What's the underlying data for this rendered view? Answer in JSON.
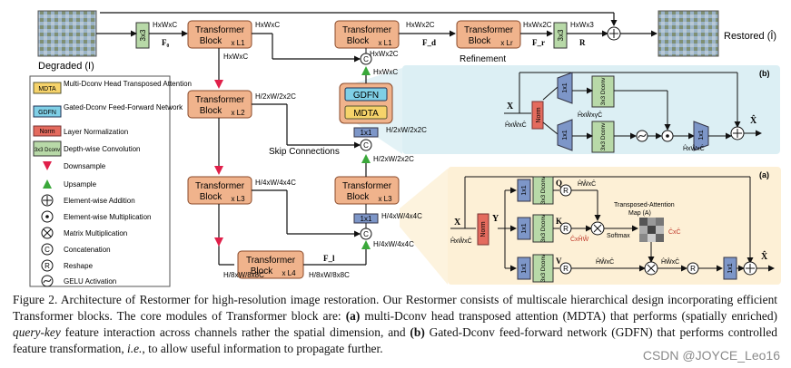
{
  "figure": {
    "input_label": "Degraded (I)",
    "output_label": "Restored (Î)",
    "conv_label": "3x3",
    "f0": "F₀",
    "fd": "F_d",
    "fr": "F_r",
    "fl": "F_l",
    "R": "R",
    "dims": {
      "hwc": "HxWxC",
      "hw2c": "HxWx2C",
      "hw3": "HxWx3",
      "h2w2_2c": "H/2xW/2x2C",
      "h4w4_4c": "H/4xW/4x4C",
      "h8w8_8c": "H/8xW/8x8C"
    },
    "blocks": {
      "tb": "Transformer",
      "block": "Block",
      "L1": "x L1",
      "L2": "x L2",
      "L3": "x L3",
      "L4": "x L4",
      "Lr": "x Lr"
    },
    "refinement": "Refinement",
    "skip": "Skip Connections",
    "gdfn": "GDFN",
    "mdta": "MDTA",
    "conv1x1": "1x1",
    "c_symbol": "C"
  },
  "legend": [
    {
      "key": "mdta",
      "label": "Multi-Dconv Head Transposed Attention",
      "badge": "MDTA"
    },
    {
      "key": "gdfn",
      "label": "Gated-Dconv Feed-Forward Network",
      "badge": "GDFN"
    },
    {
      "key": "norm",
      "label": "Layer Normalization",
      "badge": "Norm"
    },
    {
      "key": "dconv",
      "label": "Depth-wise Convolution",
      "badge": "3x3 Dconv"
    },
    {
      "key": "down",
      "label": "Downsample"
    },
    {
      "key": "up",
      "label": "Upsample"
    },
    {
      "key": "add",
      "label": "Element-wise Addition"
    },
    {
      "key": "mul",
      "label": "Element-wise Multiplication"
    },
    {
      "key": "matmul",
      "label": "Matrix Multiplication"
    },
    {
      "key": "concat",
      "label": "Concatenation"
    },
    {
      "key": "reshape",
      "label": "Reshape"
    },
    {
      "key": "gelu",
      "label": "GELU Activation"
    }
  ],
  "panel_b": {
    "tag": "(b)",
    "x_in": "X",
    "x_out": "X̂",
    "dim_in": "ĤxŴxĈ",
    "dim_mid": "ĤxŴxγĈ",
    "dim_out": "ĤxŴxĈ",
    "norm": "Norm",
    "conv1x1": "1x1",
    "dconv": "3x3 Dconv"
  },
  "panel_a": {
    "tag": "(a)",
    "x_in": "X",
    "x_out": "X̂",
    "Y": "Y",
    "Q": "Q",
    "K": "K",
    "V": "V",
    "norm": "Norm",
    "conv1x1": "1x1",
    "dconv": "3x3 Dconv",
    "dim_in": "ĤxŴxĈ",
    "q_dim": "ĤŴxĈ",
    "k_dim": "ĈxĤŴ",
    "v_dim": "ĤŴxĈ",
    "out_dim": "ĤŴxĈ",
    "map_title": "Transposed-Attention",
    "map_subtitle": "Map (A)",
    "map_dim": "ĈxĈ",
    "softmax": "Softmax"
  },
  "caption": {
    "p1": "Figure 2. Architecture of Restormer for high-resolution image restoration. Our Restormer consists of multiscale hierarchical design incorporating efficient Transformer blocks. The core modules of Transformer block are: ",
    "a": "(a)",
    "p2": " multi-Dconv head transposed attention (MDTA) that performs (spatially enriched) ",
    "qk": "query-key",
    "p3": " feature interaction across channels rather the spatial dimension, and ",
    "b": "(b)",
    "p4": " Gated-Dconv feed-forward network (GDFN) that performs controlled feature transformation, ",
    "ie": "i.e.",
    "p5": ", to allow useful information to propagate further."
  },
  "watermark": "CSDN @JOYCE_Leo16"
}
